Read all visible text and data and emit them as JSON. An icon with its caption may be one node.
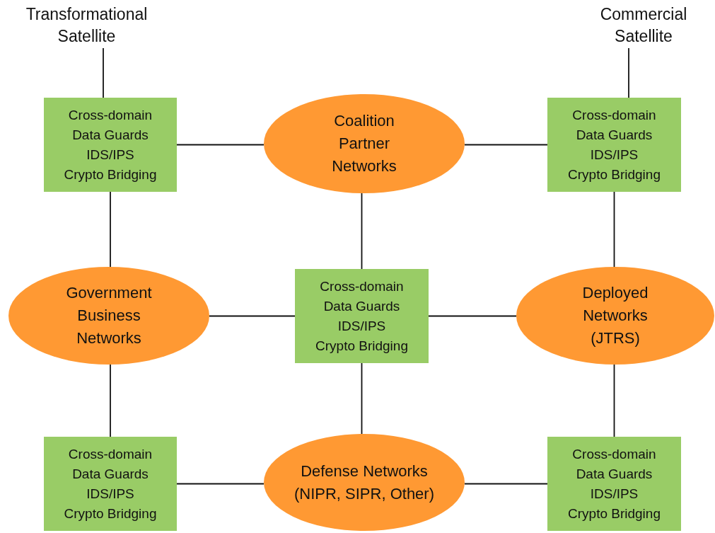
{
  "diagram": {
    "nodes": [
      {
        "text": [
          "Transformational Satellite"
        ]
      },
      {
        "text": [
          "Commercial Satellite"
        ]
      },
      {
        "text": [
          "Cross-domain",
          "Data Guards",
          "IDS/IPS",
          "Crypto Bridging"
        ]
      },
      {
        "text": [
          "Coalition Partner Networks"
        ]
      },
      {
        "text": [
          "Cross-domain",
          "Data Guards",
          "IDS/IPS",
          "Crypto Bridging"
        ]
      },
      {
        "text": [
          "Government Business Networks"
        ]
      },
      {
        "text": [
          "Cross-domain",
          "Data Guards",
          "IDS/IPS",
          "Crypto Bridging"
        ]
      },
      {
        "text": [
          "Deployed Networks (JTRS)"
        ]
      },
      {
        "text": [
          "Cross-domain",
          "Data Guards",
          "IDS/IPS",
          "Crypto Bridging"
        ]
      },
      {
        "text": [
          "Defense Networks (NIPR, SIPR, Other)"
        ]
      },
      {
        "text": [
          "Cross-domain",
          "Data Guards",
          "IDS/IPS",
          "Crypto Bridging"
        ]
      }
    ],
    "edges": [
      {
        "from": 0,
        "to": 2,
        "arrow": "none"
      },
      {
        "from": 1,
        "to": 4,
        "arrow": "none"
      },
      {
        "from": 2,
        "to": 3,
        "arrow": "none"
      },
      {
        "from": 3,
        "to": 4,
        "arrow": "none"
      },
      {
        "from": 2,
        "to": 5,
        "arrow": "none"
      },
      {
        "from": 3,
        "to": 6,
        "arrow": "none"
      },
      {
        "from": 4,
        "to": 7,
        "arrow": "none"
      },
      {
        "from": 5,
        "to": 6,
        "arrow": "none"
      },
      {
        "from": 6,
        "to": 7,
        "arrow": "none"
      },
      {
        "from": 5,
        "to": 8,
        "arrow": "none"
      },
      {
        "from": 6,
        "to": 9,
        "arrow": "none"
      },
      {
        "from": 7,
        "to": 10,
        "arrow": "none"
      },
      {
        "from": 8,
        "to": 9,
        "arrow": "none"
      },
      {
        "from": 9,
        "to": 10,
        "arrow": "none"
      }
    ]
  }
}
